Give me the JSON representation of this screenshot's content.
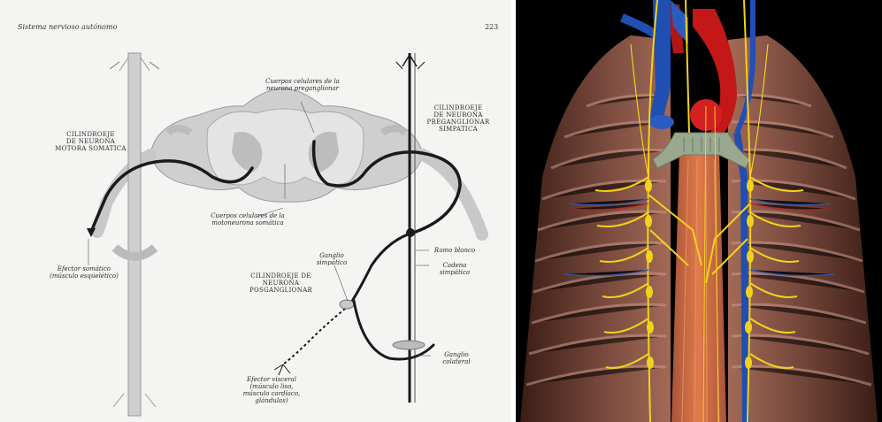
{
  "left": {
    "header_title": "Sistema nervioso autónomo",
    "page_number": "223",
    "labels": {
      "somatic_motor_cylinder": "CILINDROEJE\nDE NEURONA\nMOTORA SOMATICA",
      "pregang_cell_bodies": "Cuerpos celulares de la\nneurona preganglionar",
      "pregang_cylinder": "CILINDROEJE\nDE NEURONA\nPREGANGLIONAR\nSIMPATICA",
      "motor_cell_bodies": "Cuerpos celulares de la\nmotoneurona somática",
      "rami_white": "Ramo blanco",
      "sympathetic_chain": "Cadena\nsimpática",
      "sympathetic_ganglion": "Ganglio\nsimpático",
      "postgang_cylinder": "CILINDROEJE DE\nNEURONA\nPOSGANGLIONAR",
      "somatic_effector": "Efector somático\n(músculo esquelético)",
      "ganglion_collateral": "Ganglio\ncolateral",
      "visceral_effector": "Efector visceral\n(músculo liso,\nmúsculo cardíaco,\nglándulas)"
    }
  },
  "right": {
    "illustration": "thoracic-sympathetic-trunk-anatomy"
  },
  "colors": {
    "paper": "#f4f4f2",
    "ink": "#1a1a1a",
    "cord_gray": "#c8c8c8",
    "rib_brown": "#8a5a4a",
    "vein_blue": "#1f4fb0",
    "artery_red": "#c41818",
    "nerve_yellow": "#f2d21a",
    "background_black": "#000000"
  }
}
